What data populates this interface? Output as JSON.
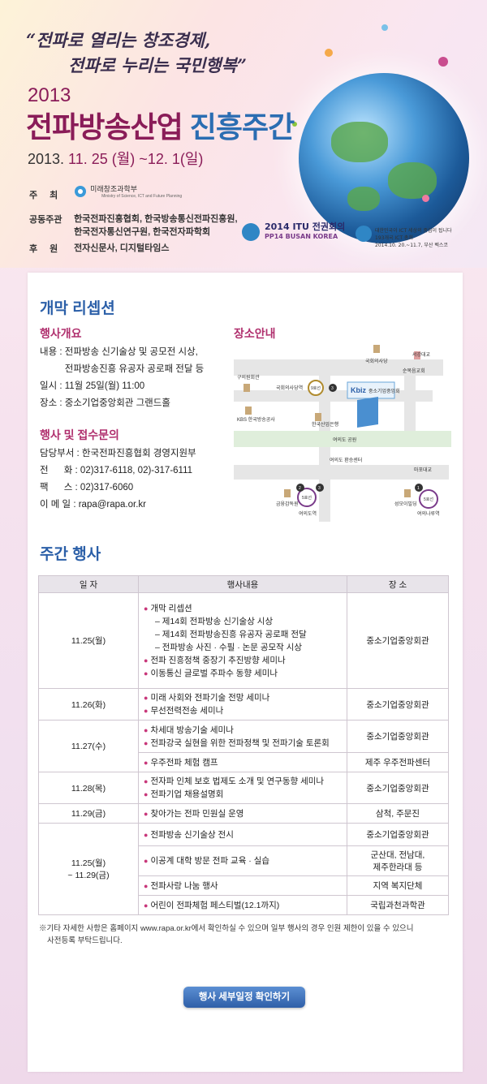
{
  "header": {
    "slogan_line1": "“전파로 열리는 창조경제,",
    "slogan_line2": "전파로 누리는 국민행복”",
    "year": "2013",
    "title_main": "전파방송산업",
    "title_accent": "진흥주간",
    "dates_a": "2013. ",
    "dates_b": "11. 25 (월) ~12. 1(일)",
    "host_label": "주 최",
    "host_value": "미래창조과학부",
    "host_value_sub": "Ministry of Science, ICT and Future Planning",
    "cohost_label": "공동주관",
    "cohost_line1": "한국전파진흥협회, 한국방송통신전파진흥원,",
    "cohost_line2": "한국전자통신연구원, 한국전자파학회",
    "sponsor_label": "후 원",
    "sponsor_value": "전자신문사, 디지털타임스",
    "itu_title": "2014 ITU 전권회의",
    "itu_sub": "PP14 BUSAN KOREA",
    "itu_small1": "대한민국이 ICT 세상의 중심이 됩니다",
    "itu_small2": "193개국 ICT 총회",
    "itu_small3": "2014.10. 20.~11.7, 부산 벡스코"
  },
  "opening": {
    "heading": "개막 리셉션",
    "overview_heading": "행사개요",
    "content_label": "내용 : ",
    "content_line1": "전파방송 신기술상 및 공모전 시상,",
    "content_line2": "전파방송진흥 유공자 공로패 전달 등",
    "time": "일시 : 11월 25일(월) 11:00",
    "place": "장소 : 중소기업중앙회관 그랜드홀",
    "contact_heading": "행사 및 접수문의",
    "dept": "담당부서 : 한국전파진흥협회 경영지원부",
    "phone_label": "전      화 : ",
    "phone": "02)317-6118, 02)-317-6111",
    "fax_label": "팩      스 : ",
    "fax": "02)317-6060",
    "email_label": "이 메 일 : ",
    "email": "rapa@rapa.or.kr"
  },
  "map": {
    "heading": "장소안내",
    "labels": {
      "assembly": "국회의사당",
      "seogang": "서강대교",
      "expo": "순복음교회",
      "guui": "구의원회관",
      "station_assembly": "국회의사당역",
      "line9": "9호선",
      "three": "3",
      "kbiz": "중소기업중앙회",
      "kbiz_logo": "Kbiz",
      "kbs": "KBS 한국방송공사",
      "bank": "한국산업은행",
      "park": "여의도 공원",
      "hwan": "여의도 환승센터",
      "mapo": "마포대교",
      "geum": "금융감독원",
      "line5": "5호선",
      "yeouido_st": "여의도역",
      "seongmo": "성모이빌딩",
      "naru": "여의나루역",
      "n2": "2",
      "n3": "3",
      "n1": "1"
    }
  },
  "schedule": {
    "heading": "주간 행사",
    "headers": [
      "일 자",
      "행사내용",
      "장 소"
    ],
    "groups": [
      {
        "day": "11.25(월)",
        "rows": [
          {
            "items": [
              {
                "text": "개막 리셉션",
                "subs": [
                  "– 제14회 전파방송 신기술상 시상",
                  "– 제14회 전파방송진흥 유공자 공로패 전달",
                  "– 전파방송 사진 · 수필 · 논문 공모작 시상"
                ]
              },
              {
                "text": "전파 진흥정책 중장기 추진방향 세미나",
                "subs": []
              },
              {
                "text": "이동통신 글로벌 주파수 동향 세미나",
                "subs": []
              }
            ],
            "place": "중소기업중앙회관"
          }
        ]
      },
      {
        "day": "11.26(화)",
        "rows": [
          {
            "items": [
              {
                "text": "미래 사회와 전파기술 전망 세미나",
                "subs": []
              },
              {
                "text": "무선전력전송 세미나",
                "subs": []
              }
            ],
            "place": "중소기업중앙회관"
          }
        ]
      },
      {
        "day": "11.27(수)",
        "rows": [
          {
            "items": [
              {
                "text": "차세대 방송기술 세미나",
                "subs": []
              },
              {
                "text": "전파강국 실현을 위한 전파정책 및 전파기술 토론회",
                "subs": []
              }
            ],
            "place": "중소기업중앙회관"
          },
          {
            "items": [
              {
                "text": "우주전파 체험 캠프",
                "subs": []
              }
            ],
            "place": "제주 우주전파센터"
          }
        ]
      },
      {
        "day": "11.28(목)",
        "rows": [
          {
            "items": [
              {
                "text": "전자파 인체 보호 법제도 소개 및 연구동향 세미나",
                "subs": []
              },
              {
                "text": "전파기업 채용설명회",
                "subs": []
              }
            ],
            "place": "중소기업중앙회관"
          }
        ]
      },
      {
        "day": "11.29(금)",
        "rows": [
          {
            "items": [
              {
                "text": "찾아가는 전파 민원실 운영",
                "subs": []
              }
            ],
            "place": "삼척, 주문진"
          }
        ]
      },
      {
        "day": "11.25(월)\n~ 11.29(금)",
        "rows": [
          {
            "items": [
              {
                "text": "전파방송 신기술상 전시",
                "subs": []
              }
            ],
            "place": "중소기업중앙회관"
          },
          {
            "items": [
              {
                "text": "이공계 대학 방문 전파 교육 · 실습",
                "subs": []
              }
            ],
            "place": "군산대, 전남대,\n제주한라대 등"
          },
          {
            "items": [
              {
                "text": "전파사랑 나눔 행사",
                "subs": []
              }
            ],
            "place": "지역 복지단체"
          },
          {
            "items": [
              {
                "text": "어린이 전파체험 페스티벌(12.1까지)",
                "subs": []
              }
            ],
            "place": "국립과천과학관"
          }
        ]
      }
    ],
    "note_line1": "※기타 자세한 사항은 홈페이지 www.rapa.or.kr에서 확인하실 수 있으며 일부 행사의 경우 인원 제한이 있을 수 있으니",
    "note_line2": "사전등록 부탁드립니다."
  },
  "button_label": "행사 세부일정 확인하기",
  "colors": {
    "accent": "#2b5fa8",
    "brand": "#8a1c58",
    "bullet": "#c8377a"
  }
}
